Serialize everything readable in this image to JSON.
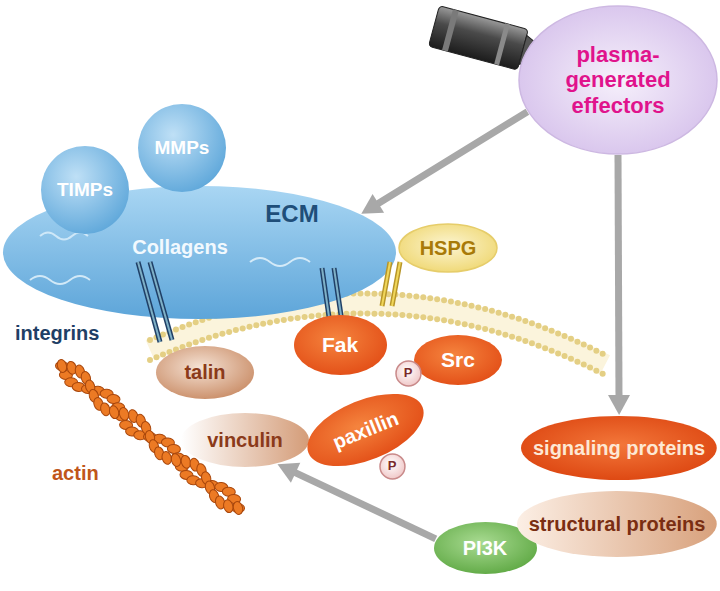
{
  "diagram": {
    "nodes": [
      {
        "text": [
          "plasma-generated effectors"
        ]
      },
      {
        "text": [
          "TIMPs"
        ]
      },
      {
        "text": [
          "MMPs"
        ]
      },
      {
        "text": [
          "ECM",
          "Collagens"
        ]
      },
      {
        "text": [
          "HSPG"
        ]
      },
      {
        "text": [
          "talin"
        ]
      },
      {
        "text": [
          "Fak"
        ]
      },
      {
        "text": [
          "P"
        ]
      },
      {
        "text": [
          "Src"
        ]
      },
      {
        "text": [
          "vinculin"
        ]
      },
      {
        "text": [
          "paxillin"
        ]
      },
      {
        "text": [
          "P"
        ]
      },
      {
        "text": [
          "signaling proteins"
        ]
      },
      {
        "text": [
          "PI3K"
        ]
      },
      {
        "text": [
          "structural proteins"
        ]
      }
    ],
    "edges": [
      {
        "from": 0,
        "to": 3,
        "arrow": "to"
      },
      {
        "from": 0,
        "to": 12,
        "arrow": "to"
      },
      {
        "from": 13,
        "to": 9,
        "arrow": "to"
      }
    ],
    "labels": [
      "integrins",
      "actin"
    ]
  }
}
